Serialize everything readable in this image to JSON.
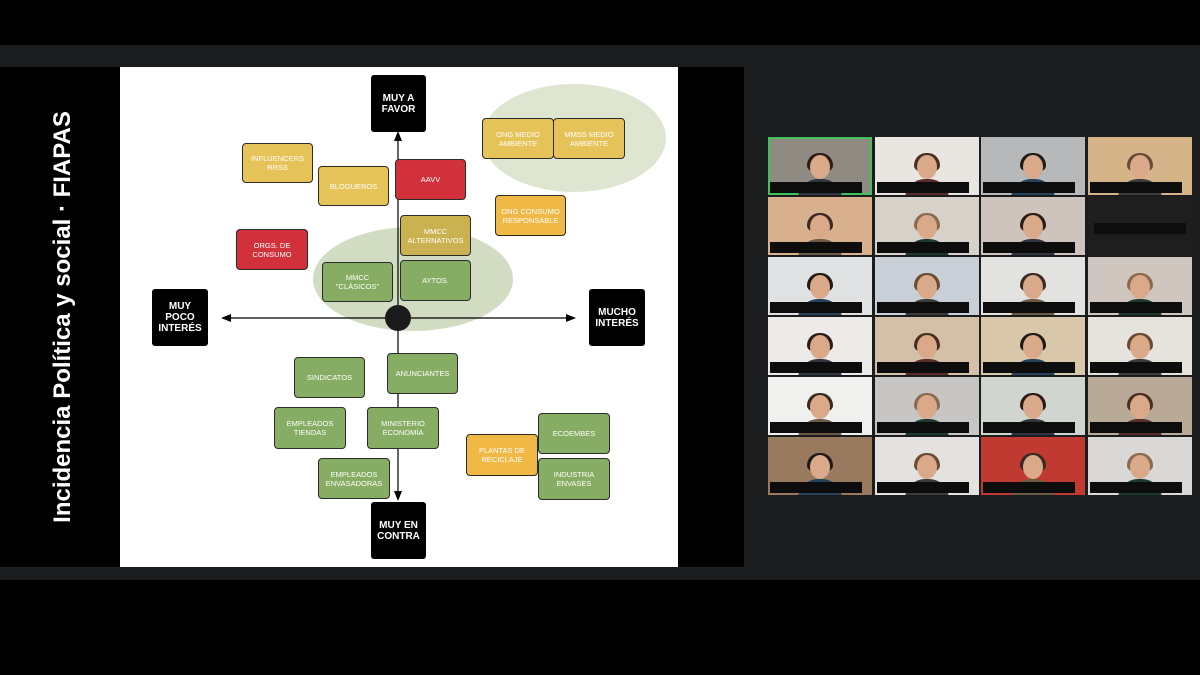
{
  "slide": {
    "title": "Incidencia Política y social · FIAPAS",
    "axes": {
      "top": "MUY A FAVOR",
      "bottom": "MUY EN CONTRA",
      "left": "MUY POCO INTERÉS",
      "right": "MUCHO INTERÉS"
    },
    "stakeholders": [
      {
        "id": "influencers",
        "label": "INFLUENCERS RRSS",
        "color": "#e6c359"
      },
      {
        "id": "blogueros",
        "label": "BLOGUEROS",
        "color": "#e6c359"
      },
      {
        "id": "aavv",
        "label": "AAVV",
        "color": "#d2303a"
      },
      {
        "id": "ong-medio-ambiente",
        "label": "ONG MEDIO AMBIENTE",
        "color": "#e6c359"
      },
      {
        "id": "mmss-medio-ambiente",
        "label": "MMSS MEDIO AMBIENTE",
        "color": "#e6c359"
      },
      {
        "id": "ong-consumo",
        "label": "ONG CONSUMO RESPONSABLE",
        "color": "#f0b845"
      },
      {
        "id": "orgs-consumo",
        "label": "ORGS. DE CONSUMO",
        "color": "#d2303a"
      },
      {
        "id": "mmcc-alternativos",
        "label": "MMCC ALTERNATIVOS",
        "color": "#c9b24f"
      },
      {
        "id": "mmcc-clasicos",
        "label": "MMCC \"CLÁSICOS\"",
        "color": "#86ad63"
      },
      {
        "id": "aytos",
        "label": "AYTOS.",
        "color": "#86ad63"
      },
      {
        "id": "sindicatos",
        "label": "SINDICATOS",
        "color": "#86ad63"
      },
      {
        "id": "anunciantes",
        "label": "ANUNCIANTES",
        "color": "#86ad63"
      },
      {
        "id": "empleados-tiendas",
        "label": "EMPLEADOS TIENDAS",
        "color": "#86ad63"
      },
      {
        "id": "ministerio-economia",
        "label": "MINISTERIO ECONOMÍA",
        "color": "#86ad63"
      },
      {
        "id": "ecoembes",
        "label": "ECOEMBES",
        "color": "#86ad63"
      },
      {
        "id": "plantas-reciclaje",
        "label": "PLANTAS DE RECICLAJE",
        "color": "#f0b845"
      },
      {
        "id": "empleados-envasadoras",
        "label": "EMPLEADOS ENVASADORAS",
        "color": "#86ad63"
      },
      {
        "id": "industria-envases",
        "label": "INDUSTRIA ENVASES",
        "color": "#86ad63"
      }
    ]
  },
  "gallery": {
    "rows": 6,
    "cols": 4,
    "tiles": [
      {
        "bg": "#8f8a82",
        "active": true
      },
      {
        "bg": "#e9e6e1"
      },
      {
        "bg": "#b6b8b9"
      },
      {
        "bg": "#d6b48a"
      },
      {
        "bg": "#d9b08e"
      },
      {
        "bg": "#d7d2c9"
      },
      {
        "bg": "#cfc3bd"
      },
      {
        "bg": "#1e1e1e",
        "empty": true
      },
      {
        "bg": "#dfe1e3"
      },
      {
        "bg": "#c8cfd6"
      },
      {
        "bg": "#e2e2e0"
      },
      {
        "bg": "#cfc7bf"
      },
      {
        "bg": "#ecebea"
      },
      {
        "bg": "#d3c0a6"
      },
      {
        "bg": "#d9c7aa"
      },
      {
        "bg": "#e6e2dc"
      },
      {
        "bg": "#f0f0ef"
      },
      {
        "bg": "#c7c6c4"
      },
      {
        "bg": "#d1d5d0"
      },
      {
        "bg": "#b8aa96"
      },
      {
        "bg": "#9a7a5f"
      },
      {
        "bg": "#e4e2df"
      },
      {
        "bg": "#c13a31"
      },
      {
        "bg": "#d9d8d6"
      }
    ]
  }
}
